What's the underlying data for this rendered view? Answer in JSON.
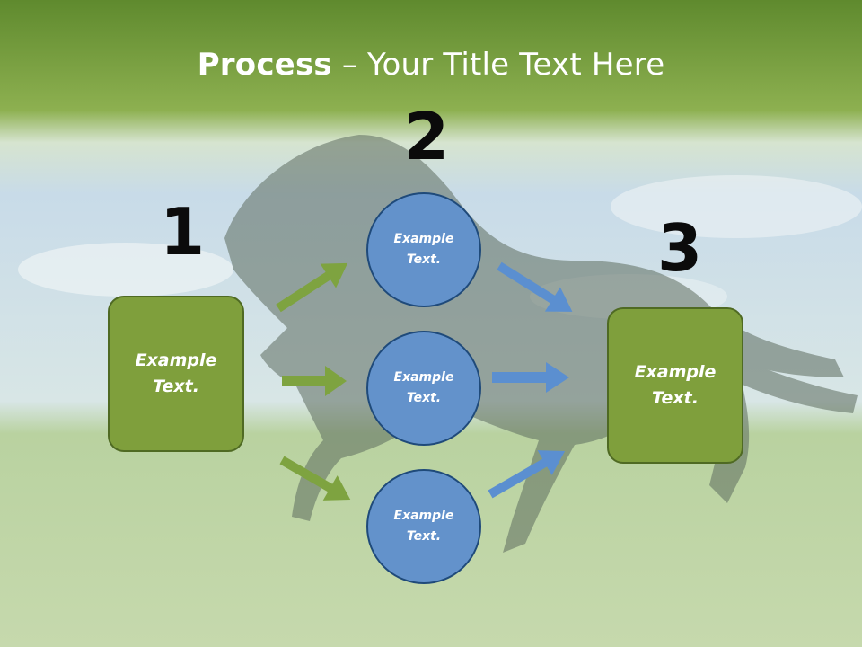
{
  "slide": {
    "title_bold": "Process",
    "title_rest": " – Your Title Text Here"
  },
  "steps": {
    "n1": "1",
    "n2": "2",
    "n3": "3"
  },
  "nodes": {
    "left_box": [
      "Example",
      "Text."
    ],
    "circle_top": [
      "Example",
      "Text."
    ],
    "circle_middle": [
      "Example",
      "Text."
    ],
    "circle_bottom": [
      "Example",
      "Text."
    ],
    "right_box": [
      "Example",
      "Text."
    ]
  },
  "colors": {
    "green_fill": "#7f9f3c",
    "blue_fill": "#6392cb",
    "green_arrow": "#7ea340",
    "blue_arrow": "#5b8fd0"
  }
}
